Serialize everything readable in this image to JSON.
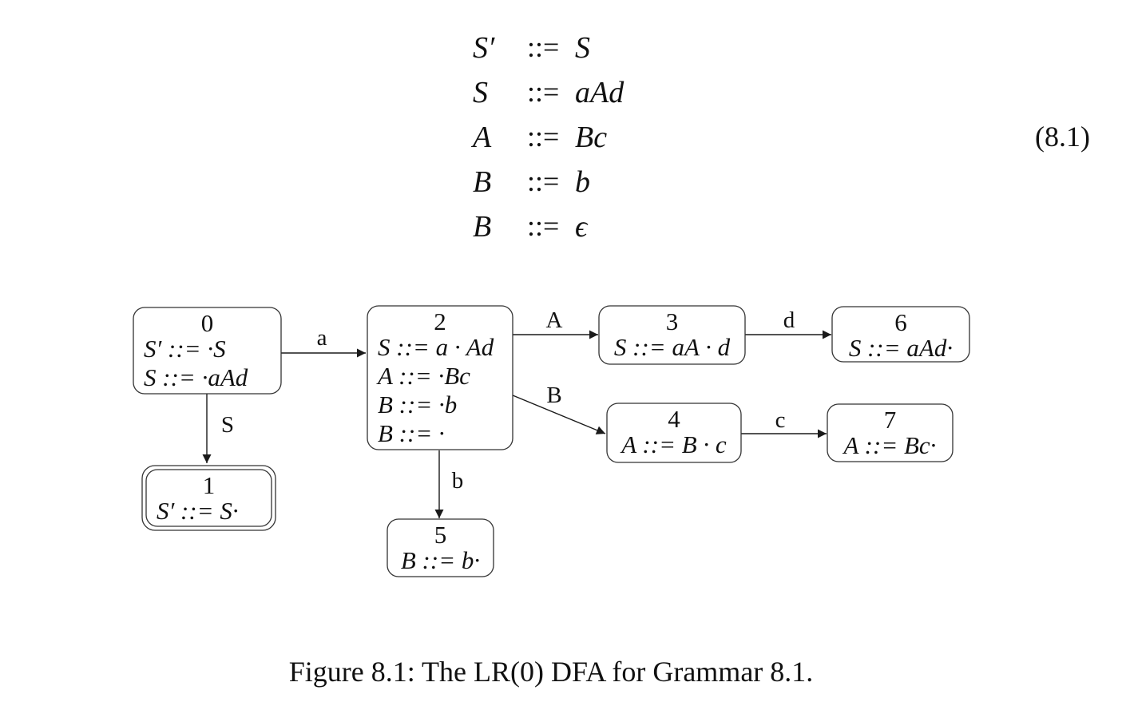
{
  "grammar": {
    "equation_number": "(8.1)",
    "rules": [
      {
        "lhs": "S′",
        "op": "::=",
        "rhs": "S"
      },
      {
        "lhs": "S",
        "op": "::=",
        "rhs": "aAd"
      },
      {
        "lhs": "A",
        "op": "::=",
        "rhs": "Bc"
      },
      {
        "lhs": "B",
        "op": "::=",
        "rhs": "b"
      },
      {
        "lhs": "B",
        "op": "::=",
        "rhs": "ϵ"
      }
    ]
  },
  "dfa": {
    "states": [
      {
        "id": "0",
        "accepting": false,
        "items": [
          "S′ ::= ·S",
          "S ::= ·aAd"
        ]
      },
      {
        "id": "1",
        "accepting": true,
        "items": [
          "S′ ::= S·"
        ]
      },
      {
        "id": "2",
        "accepting": false,
        "items": [
          "S ::= a · Ad",
          "A ::= ·Bc",
          "B ::= ·b",
          "B ::= ·"
        ]
      },
      {
        "id": "3",
        "accepting": false,
        "items": [
          "S ::= aA · d"
        ]
      },
      {
        "id": "4",
        "accepting": false,
        "items": [
          "A ::= B · c"
        ]
      },
      {
        "id": "5",
        "accepting": false,
        "items": [
          "B ::= b·"
        ]
      },
      {
        "id": "6",
        "accepting": false,
        "items": [
          "S ::= aAd·"
        ]
      },
      {
        "id": "7",
        "accepting": false,
        "items": [
          "A ::= Bc·"
        ]
      }
    ],
    "transitions": [
      {
        "from": "0",
        "to": "2",
        "label": "a"
      },
      {
        "from": "0",
        "to": "1",
        "label": "S"
      },
      {
        "from": "2",
        "to": "3",
        "label": "A"
      },
      {
        "from": "2",
        "to": "4",
        "label": "B"
      },
      {
        "from": "2",
        "to": "5",
        "label": "b"
      },
      {
        "from": "3",
        "to": "6",
        "label": "d"
      },
      {
        "from": "4",
        "to": "7",
        "label": "c"
      }
    ]
  },
  "caption": "Figure 8.1: The LR(0) DFA for Grammar 8.1."
}
